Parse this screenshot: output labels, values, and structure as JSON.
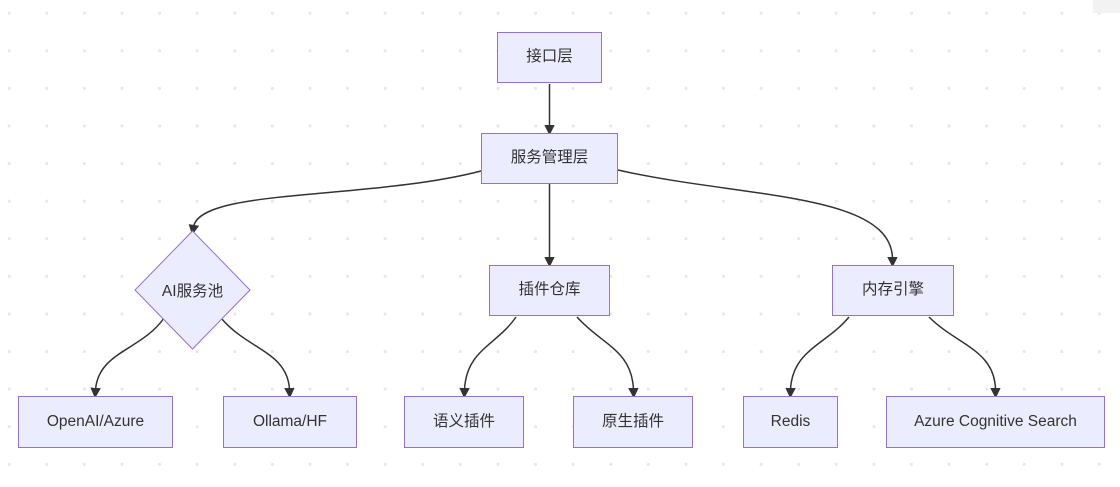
{
  "diagram": {
    "type": "flowchart",
    "direction": "top-down",
    "nodes": {
      "interface": {
        "label": "接口层",
        "shape": "rect"
      },
      "service_mgmt": {
        "label": "服务管理层",
        "shape": "rect"
      },
      "ai_pool": {
        "label": "AI服务池",
        "shape": "diamond"
      },
      "plugin_repo": {
        "label": "插件仓库",
        "shape": "rect"
      },
      "memory_engine": {
        "label": "内存引擎",
        "shape": "rect"
      },
      "openai_azure": {
        "label": "OpenAI/Azure",
        "shape": "rect"
      },
      "ollama_hf": {
        "label": "Ollama/HF",
        "shape": "rect"
      },
      "semantic_plugin": {
        "label": "语义插件",
        "shape": "rect"
      },
      "native_plugin": {
        "label": "原生插件",
        "shape": "rect"
      },
      "redis": {
        "label": "Redis",
        "shape": "rect"
      },
      "azure_search": {
        "label": "Azure Cognitive Search",
        "shape": "rect"
      }
    },
    "edges": [
      {
        "from": "接口层",
        "to": "服务管理层"
      },
      {
        "from": "服务管理层",
        "to": "AI服务池"
      },
      {
        "from": "服务管理层",
        "to": "插件仓库"
      },
      {
        "from": "服务管理层",
        "to": "内存引擎"
      },
      {
        "from": "AI服务池",
        "to": "OpenAI/Azure"
      },
      {
        "from": "AI服务池",
        "to": "Ollama/HF"
      },
      {
        "from": "插件仓库",
        "to": "语义插件"
      },
      {
        "from": "插件仓库",
        "to": "原生插件"
      },
      {
        "from": "内存引擎",
        "to": "Redis"
      },
      {
        "from": "内存引擎",
        "to": "Azure Cognitive Search"
      }
    ],
    "colors": {
      "node_fill": "#ECECFF",
      "node_border": "#9370DB",
      "edge": "#333333",
      "text": "#333333",
      "background_dot": "#e7e7e7"
    }
  }
}
